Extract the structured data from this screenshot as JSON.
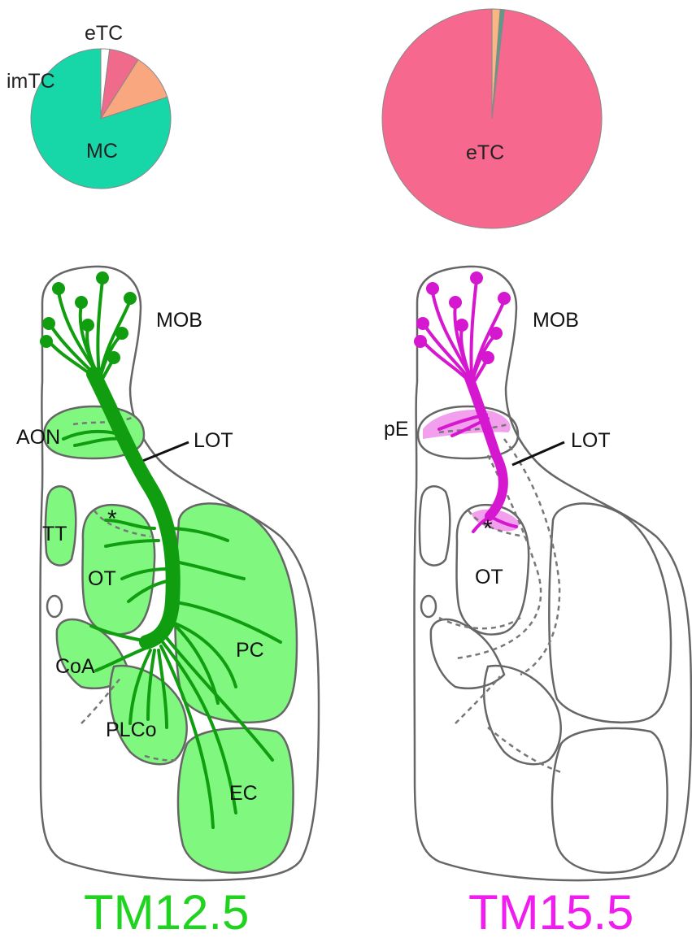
{
  "pies": [
    {
      "slices": [
        {
          "label": "MC",
          "fraction": 0.8,
          "color": "#17D6A8"
        },
        {
          "label": "imTC",
          "fraction": 0.11,
          "color": "#F9A77E"
        },
        {
          "label": "eTC",
          "fraction": 0.07,
          "color": "#F06A8C"
        },
        {
          "label": "",
          "fraction": 0.02,
          "color": "#FFFFFF"
        }
      ]
    },
    {
      "slices": [
        {
          "label": "eTC",
          "fraction": 0.982,
          "color": "#F6688E"
        },
        {
          "label": "",
          "fraction": 0.012,
          "color": "#F9B583"
        },
        {
          "label": "",
          "fraction": 0.006,
          "color": "#5A9B8A"
        }
      ]
    }
  ],
  "left": {
    "title": "TM12.5",
    "title_color": "#1FD31F",
    "fill_color": "#80F880",
    "axon_color": "#109E10",
    "regions": {
      "mob": "MOB",
      "aon": "AON",
      "lot": "LOT",
      "tt": "TT",
      "ot": "OT",
      "coa": "CoA",
      "plco": "PLCo",
      "pc": "PC",
      "ec": "EC",
      "star": "*"
    }
  },
  "right": {
    "title": "TM15.5",
    "title_color": "#F01CF0",
    "fill_color": "#F2A0EE",
    "axon_color": "#D617D0",
    "regions": {
      "mob": "MOB",
      "pe": "pE",
      "lot": "LOT",
      "ot": "OT",
      "star": "*"
    }
  }
}
